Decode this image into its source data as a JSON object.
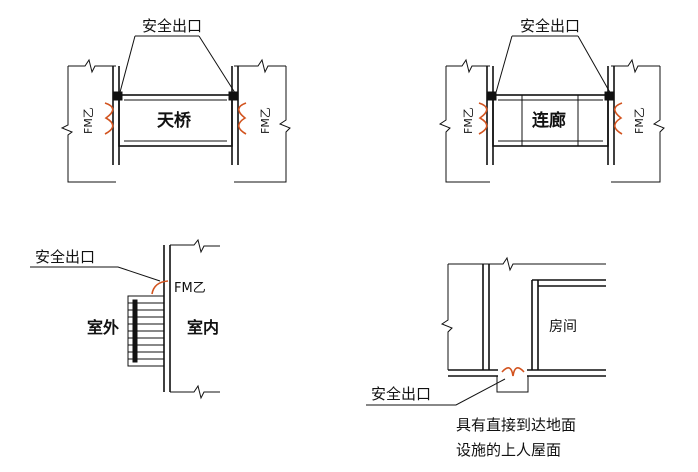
{
  "labels": {
    "exit": "安全出口",
    "bridge": "天桥",
    "corridor": "连廊",
    "fm": "FM乙",
    "outdoor": "室外",
    "indoor": "室内",
    "room": "房间",
    "roof_line1": "具有直接到达地面",
    "roof_line2": "设施的上人屋面"
  },
  "colors": {
    "line": "#111111",
    "door": "#d2531e",
    "background": "#ffffff"
  }
}
